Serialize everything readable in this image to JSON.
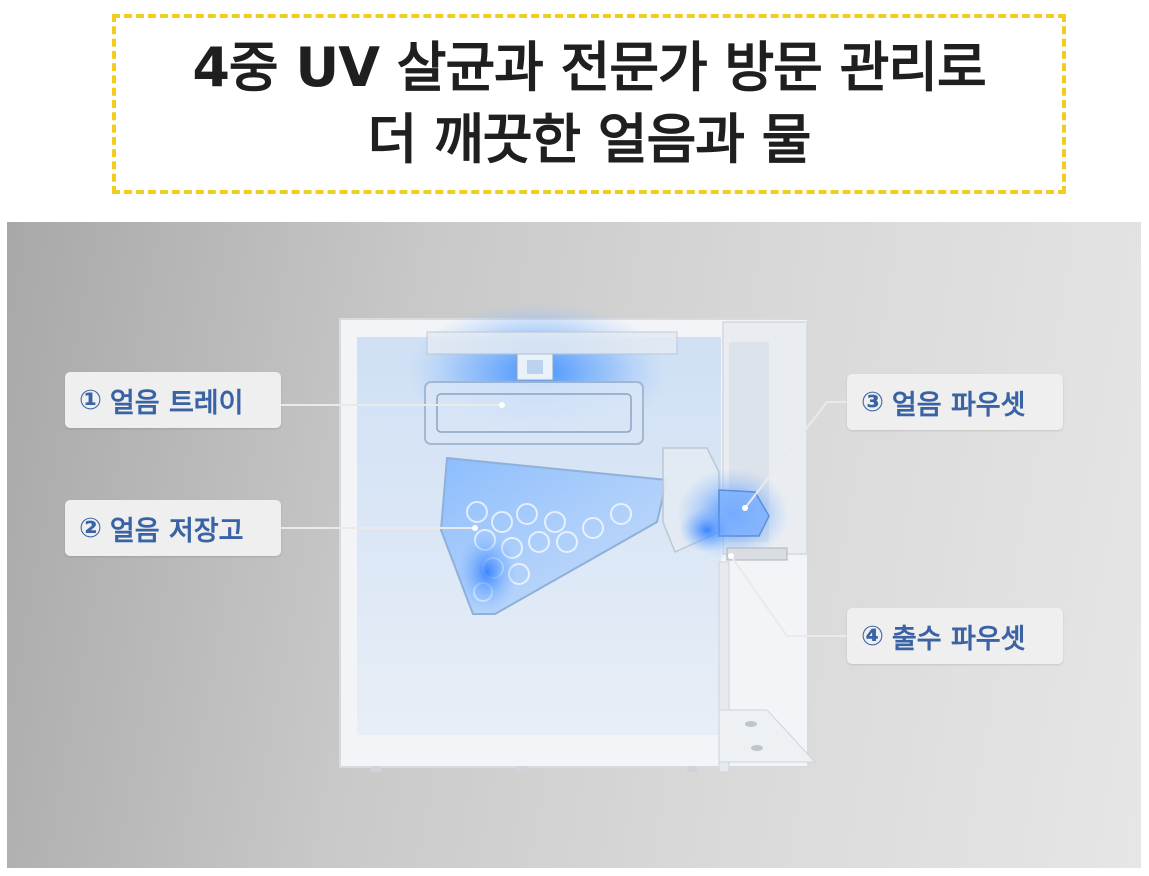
{
  "headline": {
    "line1": "4중 UV 살균과 전문가 방문 관리로",
    "line2": "더 깨끗한 얼음과 물"
  },
  "labels": [
    {
      "number": "①",
      "text": "얼음 트레이"
    },
    {
      "number": "②",
      "text": "얼음 저장고"
    },
    {
      "number": "③",
      "text": "얼음 파우셋"
    },
    {
      "number": "④",
      "text": "출수 파우셋"
    }
  ],
  "colors": {
    "title_border": "#f2cd1f",
    "label_text": "#3a63a6",
    "uv_glow": "#2f7dff"
  }
}
